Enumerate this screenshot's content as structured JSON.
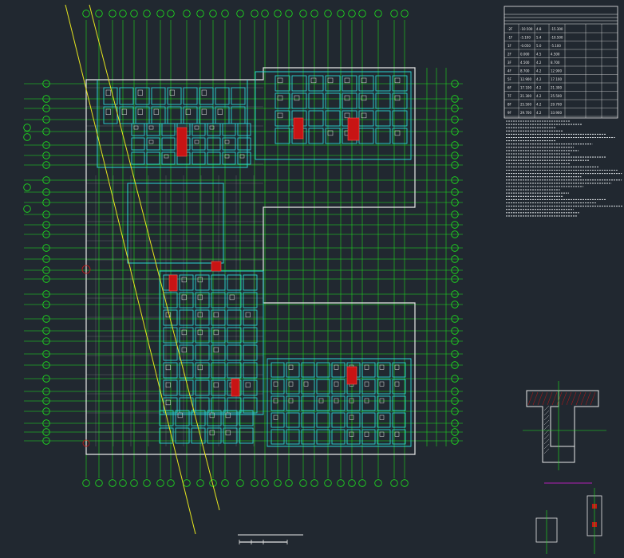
{
  "drawing": {
    "title": "",
    "scale": "",
    "scalebar_end": "",
    "detail_title": ""
  },
  "legend_table": {
    "title": "",
    "rows": [
      [
        "-2F",
        "-10.500",
        "4.8",
        "-15.300"
      ],
      [
        "-1F",
        "-5.100",
        "5.4",
        "-10.500"
      ],
      [
        "1F",
        "-0.050",
        "5.0",
        "-5.100"
      ],
      [
        "2F",
        "0.000",
        "4.5",
        "4.500"
      ],
      [
        "3F",
        "4.500",
        "4.2",
        "8.700"
      ],
      [
        "4F",
        "8.700",
        "4.2",
        "12.900"
      ],
      [
        "5F",
        "12.900",
        "4.2",
        "17.100"
      ],
      [
        "6F",
        "17.100",
        "4.2",
        "21.300"
      ],
      [
        "7F",
        "21.300",
        "4.2",
        "25.500"
      ],
      [
        "8F",
        "25.500",
        "4.2",
        "29.700"
      ],
      [
        "9F",
        "29.700",
        "4.2",
        "33.900"
      ]
    ]
  },
  "colors": {
    "background": "#212830",
    "axis": "#1ee61e",
    "wall": "#2ad4d4",
    "fill": "#c81414",
    "text": "#e8e8e8",
    "cut_line": "#e6e61e",
    "accent": "#e61ee6"
  }
}
